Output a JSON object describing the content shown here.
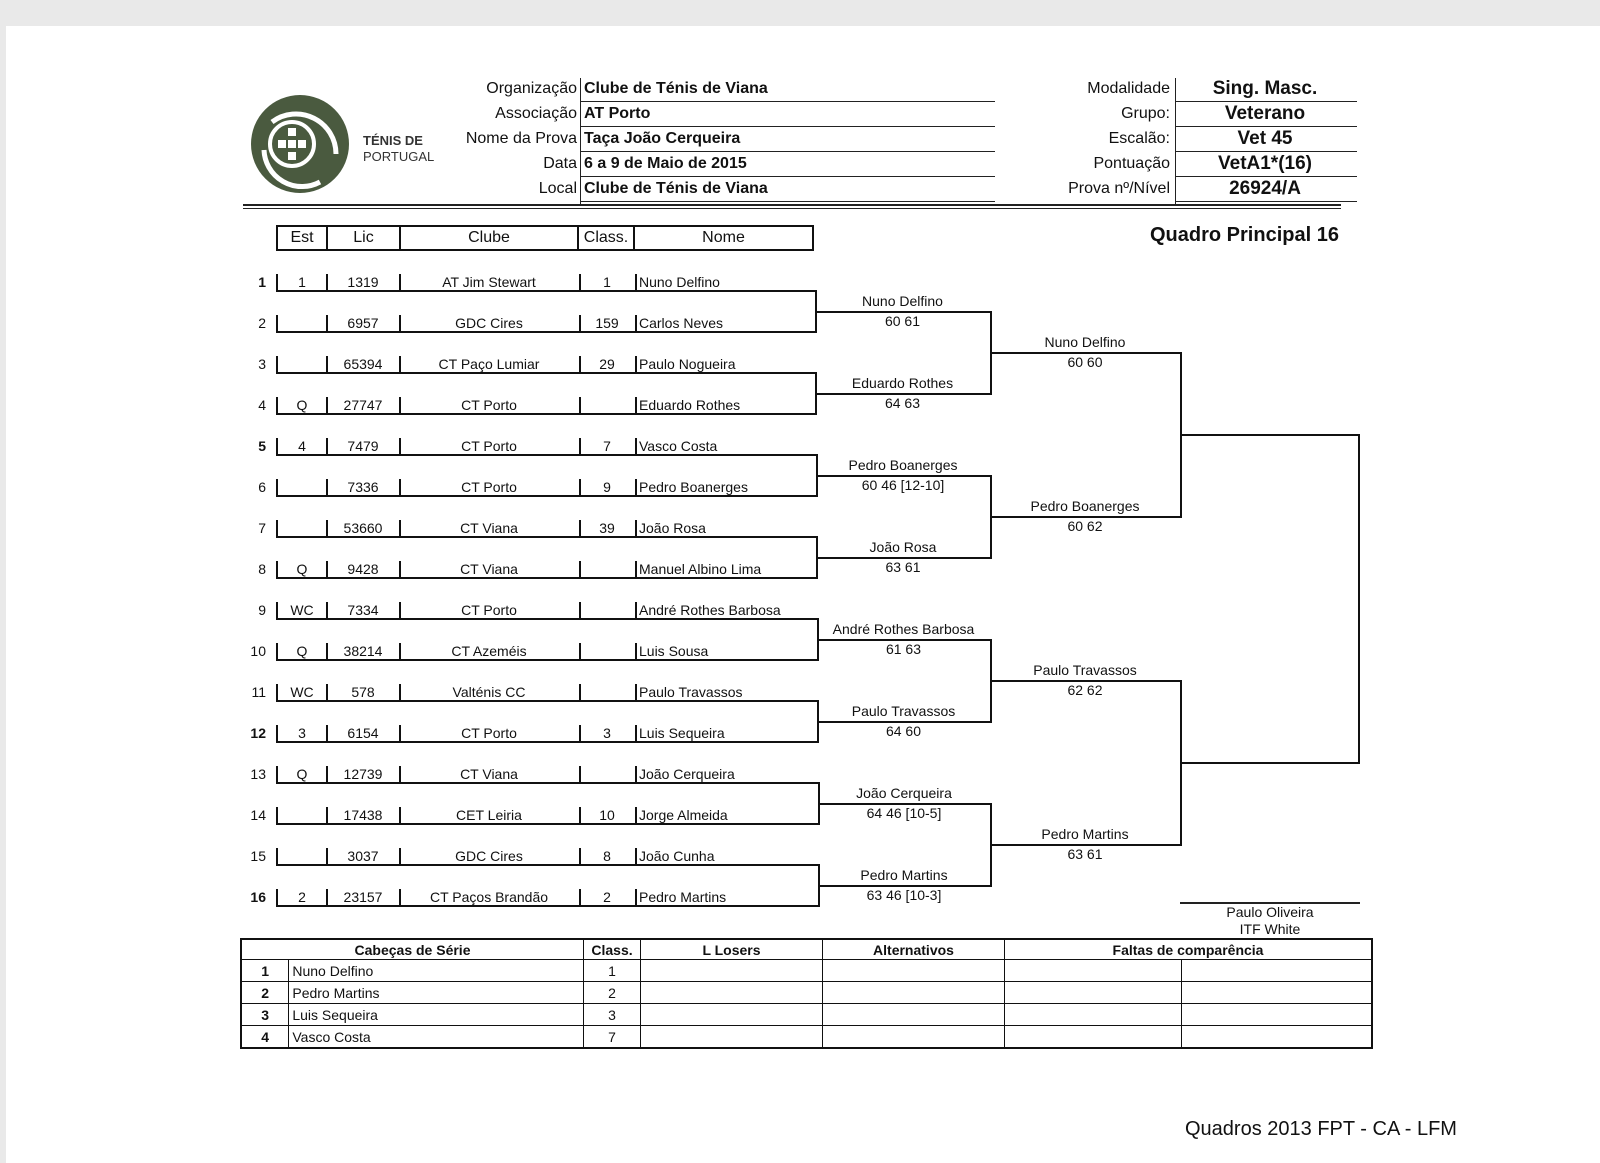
{
  "header": {
    "logo_text_line1": "TÉNIS DE",
    "logo_text_line2": "PORTUGAL",
    "fields": [
      {
        "label": "Organização",
        "value": "Clube de Ténis de Viana"
      },
      {
        "label": "Associação",
        "value": "AT Porto"
      },
      {
        "label": "Nome da Prova",
        "value": "Taça João Cerqueira"
      },
      {
        "label": "Data",
        "value": "6 a 9 de Maio de 2015"
      },
      {
        "label": "Local",
        "value": "Clube de Ténis de Viana"
      }
    ],
    "right_fields": [
      {
        "label": "Modalidade",
        "value": "Sing. Masc."
      },
      {
        "label": "Grupo:",
        "value": "Veterano"
      },
      {
        "label": "Escalão:",
        "value": "Vet 45"
      },
      {
        "label": "Pontuação",
        "value": "VetA1*(16)"
      },
      {
        "label": "Prova nº/Nível",
        "value": "26924/A"
      }
    ],
    "draw_title": "Quadro Principal 16"
  },
  "columns": {
    "est": "Est",
    "lic": "Lic",
    "clube": "Clube",
    "class": "Class.",
    "nome": "Nome"
  },
  "players": [
    {
      "n": "1",
      "est": "1",
      "lic": "1319",
      "clube": "AT Jim Stewart",
      "class": "1",
      "nome": "Nuno Delfino"
    },
    {
      "n": "2",
      "est": "",
      "lic": "6957",
      "clube": "GDC Cires",
      "class": "159",
      "nome": "Carlos Neves"
    },
    {
      "n": "3",
      "est": "",
      "lic": "65394",
      "clube": "CT Paço Lumiar",
      "class": "29",
      "nome": "Paulo Nogueira"
    },
    {
      "n": "4",
      "est": "Q",
      "lic": "27747",
      "clube": "CT Porto",
      "class": "",
      "nome": "Eduardo Rothes"
    },
    {
      "n": "5",
      "est": "4",
      "lic": "7479",
      "clube": "CT Porto",
      "class": "7",
      "nome": "Vasco Costa"
    },
    {
      "n": "6",
      "est": "",
      "lic": "7336",
      "clube": "CT Porto",
      "class": "9",
      "nome": "Pedro Boanerges"
    },
    {
      "n": "7",
      "est": "",
      "lic": "53660",
      "clube": "CT Viana",
      "class": "39",
      "nome": "João Rosa"
    },
    {
      "n": "8",
      "est": "Q",
      "lic": "9428",
      "clube": "CT Viana",
      "class": "",
      "nome": "Manuel Albino Lima"
    },
    {
      "n": "9",
      "est": "WC",
      "lic": "7334",
      "clube": "CT Porto",
      "class": "",
      "nome": "André Rothes Barbosa"
    },
    {
      "n": "10",
      "est": "Q",
      "lic": "38214",
      "clube": "CT Azeméis",
      "class": "",
      "nome": "Luis Sousa"
    },
    {
      "n": "11",
      "est": "WC",
      "lic": "578",
      "clube": "Valténis CC",
      "class": "",
      "nome": "Paulo Travassos"
    },
    {
      "n": "12",
      "est": "3",
      "lic": "6154",
      "clube": "CT Porto",
      "class": "3",
      "nome": "Luis Sequeira"
    },
    {
      "n": "13",
      "est": "Q",
      "lic": "12739",
      "clube": "CT Viana",
      "class": "",
      "nome": "João Cerqueira"
    },
    {
      "n": "14",
      "est": "",
      "lic": "17438",
      "clube": "CET Leiria",
      "class": "10",
      "nome": "Jorge Almeida"
    },
    {
      "n": "15",
      "est": "",
      "lic": "3037",
      "clube": "GDC Cires",
      "class": "8",
      "nome": "João Cunha"
    },
    {
      "n": "16",
      "est": "2",
      "lic": "23157",
      "clube": "CT Paços Brandão",
      "class": "2",
      "nome": "Pedro Martins"
    }
  ],
  "round2": [
    {
      "name": "Nuno Delfino",
      "score": "60 61"
    },
    {
      "name": "Eduardo Rothes",
      "score": "64 63"
    },
    {
      "name": "Pedro Boanerges",
      "score": "60 46 [12-10]"
    },
    {
      "name": "João Rosa",
      "score": "63 61"
    },
    {
      "name": "André Rothes Barbosa",
      "score": "61 63"
    },
    {
      "name": "Paulo Travassos",
      "score": "64 60"
    },
    {
      "name": "João Cerqueira",
      "score": "64 46 [10-5]"
    },
    {
      "name": "Pedro Martins",
      "score": "63 46 [10-3]"
    }
  ],
  "round3": [
    {
      "name": "Nuno Delfino",
      "score": "60 60"
    },
    {
      "name": "Pedro Boanerges",
      "score": "60 62"
    },
    {
      "name": "Paulo Travassos",
      "score": "62 62"
    },
    {
      "name": "Pedro Martins",
      "score": "63 61"
    }
  ],
  "referee": {
    "name": "Paulo Oliveira",
    "grade": "ITF White"
  },
  "bottom": {
    "headers": {
      "seeds": "Cabeças de Série",
      "class": "Class.",
      "losers": "L Losers",
      "alternates": "Alternativos",
      "absences": "Faltas de comparência"
    },
    "seeds": [
      {
        "n": "1",
        "name": "Nuno Delfino",
        "class": "1"
      },
      {
        "n": "2",
        "name": "Pedro Martins",
        "class": "2"
      },
      {
        "n": "3",
        "name": "Luis Sequeira",
        "class": "3"
      },
      {
        "n": "4",
        "name": "Vasco Costa",
        "class": "7"
      }
    ]
  },
  "footer": "Quadros 2013 FPT - CA - LFM",
  "colors": {
    "logo_green": "#4a5a3f",
    "ink": "#111111"
  }
}
